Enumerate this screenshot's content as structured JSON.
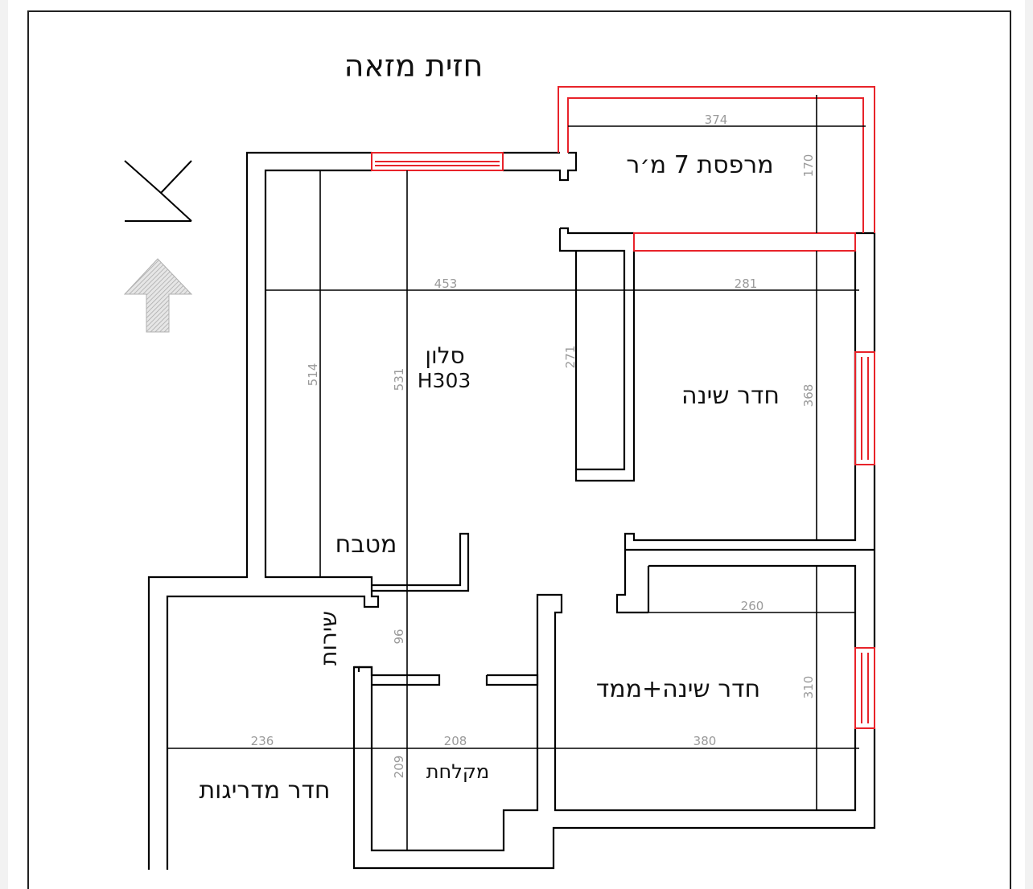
{
  "title": "חזית מזאה",
  "rooms": {
    "balcony": "מרפסת 7 מ׳ר",
    "living_room": "סלון",
    "living_room_height": "H303",
    "bedroom": "חדר שינה",
    "kitchen": "מטבח",
    "service": "שירות",
    "bedroom_safe_room": "חדר שינה+ממד",
    "stairwell": "חדר מדריגות",
    "restroom": "מקלחת"
  },
  "dimensions": {
    "balcony_width": "374",
    "balcony_depth": "170",
    "living_width": "453",
    "bedroom_width": "281",
    "partition_length": "271",
    "kitchen_length": "514",
    "living_length": "531",
    "bedroom_length": "368",
    "bedroom2_width": "260",
    "corridor": "96",
    "bedroom2_length": "310",
    "stair_width": "236",
    "restroom_width": "208",
    "bedroom2_bottom": "380",
    "restroom_length": "209"
  },
  "colors": {
    "walls": "#000000",
    "windows": "#e8232a",
    "dimension_text": "#9a9a9a",
    "north_arrow": "#b8b8b8"
  },
  "icons": {
    "north_symbol": "north-mark-icon",
    "direction_arrow": "up-arrow-icon"
  }
}
